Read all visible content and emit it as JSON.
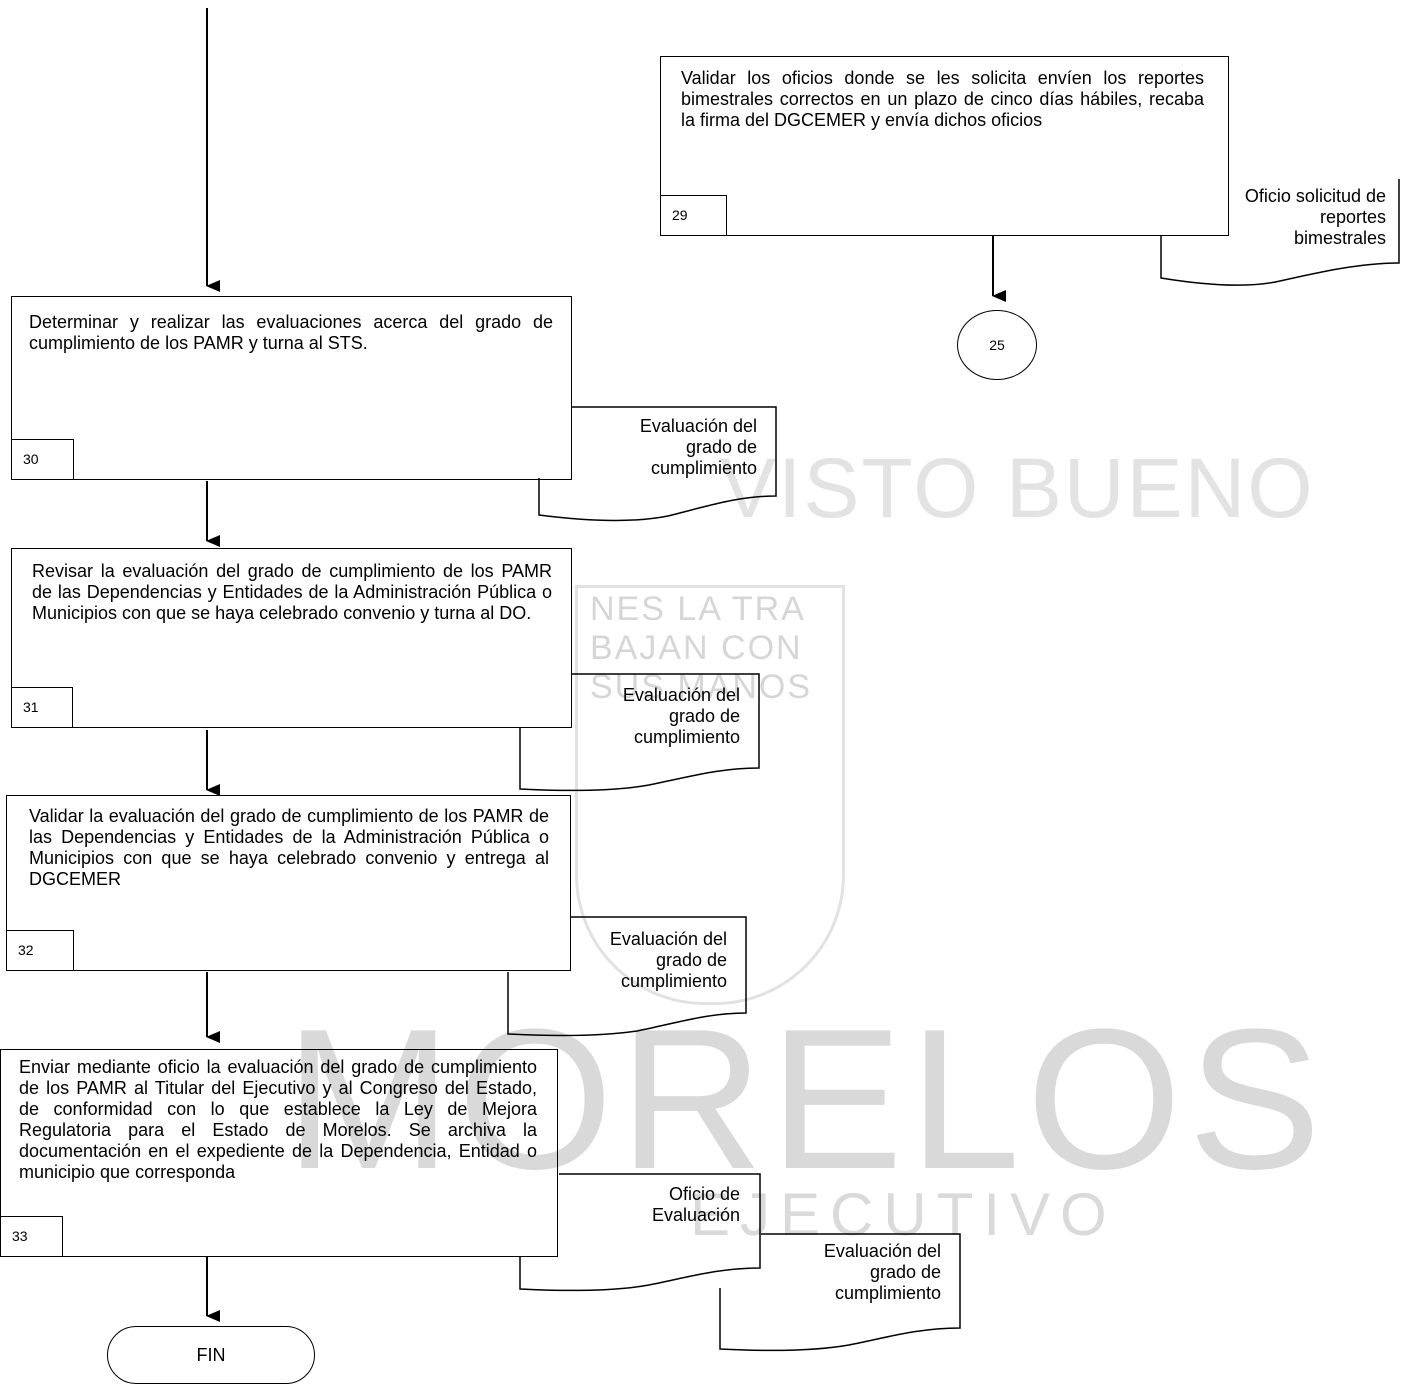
{
  "watermark": {
    "line1": "VISTO BUENO",
    "ring_text": "NES LA TRA BAJAN CON SUS MANOS",
    "main": "MORELOS",
    "sub": "EJECUTIVO"
  },
  "steps": [
    {
      "num": "29",
      "text": "Validar los oficios donde se les solicita envíen los reportes bimestrales correctos en un plazo de cinco días hábiles, recaba la firma del DGCEMER y envía dichos oficios",
      "doc": "Oficio solicitud de reportes bimestrales"
    },
    {
      "num": "30",
      "text": "Determinar y realizar las evaluaciones acerca del grado de cumplimiento de los PAMR y turna al STS.",
      "doc": "Evaluación del grado de cumplimiento"
    },
    {
      "num": "31",
      "text": "Revisar la evaluación del grado de cumplimiento de los PAMR de las Dependencias y Entidades de la Administración Pública o Municipios con que se haya celebrado convenio y turna al DO.",
      "doc": "Evaluación del grado de cumplimiento"
    },
    {
      "num": "32",
      "text": "Validar  la evaluación del grado de cumplimiento de los PAMR de las Dependencias y Entidades de la Administración Pública o Municipios con que se haya celebrado convenio y entrega al DGCEMER",
      "doc": "Evaluación del grado de cumplimiento"
    },
    {
      "num": "33",
      "text": "Enviar mediante oficio la evaluación del grado de cumplimiento de los PAMR al Titular del Ejecutivo y al Congreso del Estado, de conformidad con lo que establece la Ley de Mejora Regulatoria para el Estado de Morelos. Se archiva la documentación en el expediente de la Dependencia, Entidad o municipio que corresponda",
      "doc": "Oficio de Evaluación",
      "doc2": "Evaluación del grado de cumplimiento"
    }
  ],
  "connector": "25",
  "terminator": "FIN"
}
